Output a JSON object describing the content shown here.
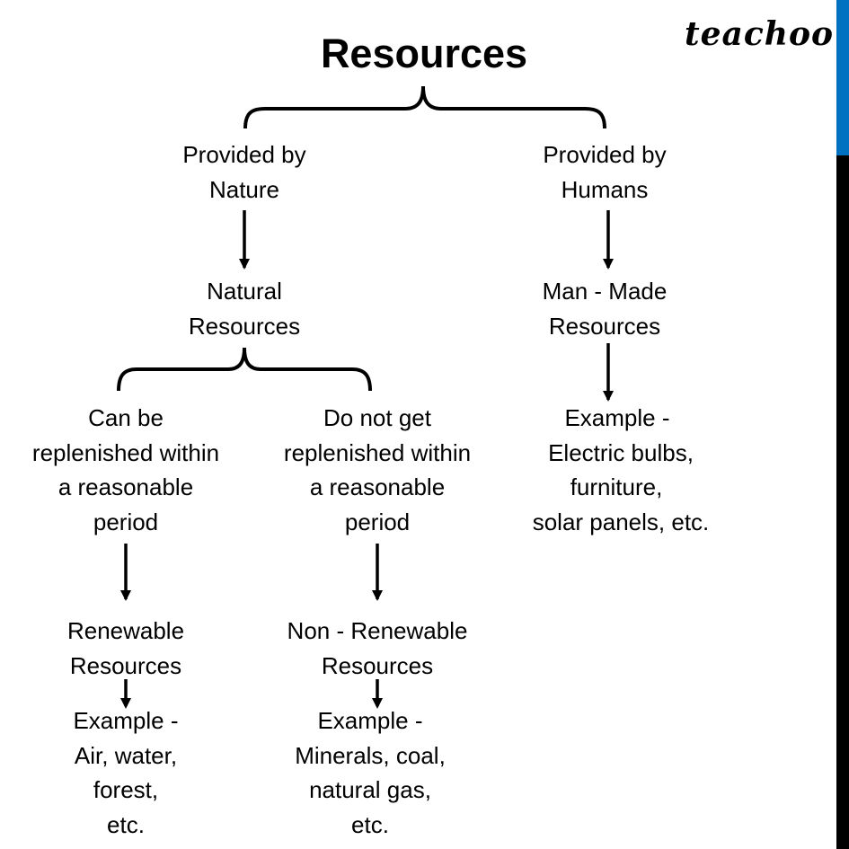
{
  "brand": {
    "logo_text": "teachoo"
  },
  "colors": {
    "sidebar_top": "#0070C0",
    "sidebar_bottom": "#000000",
    "text": "#000000"
  },
  "title": "Resources",
  "nodes": {
    "nature": {
      "lines": [
        "Provided by",
        "Nature"
      ]
    },
    "humans": {
      "lines": [
        "Provided by",
        "Humans"
      ]
    },
    "natural": {
      "lines": [
        "Natural",
        "Resources"
      ]
    },
    "manmade": {
      "lines": [
        "Man - Made",
        "Resources"
      ]
    },
    "manmade_example": {
      "lines": [
        "Example -",
        "Electric bulbs,",
        "furniture,",
        "solar panels, etc."
      ]
    },
    "replenished": {
      "lines": [
        "Can be",
        "replenished within",
        "a reasonable",
        "period"
      ]
    },
    "not_replenished": {
      "lines": [
        "Do not get",
        "replenished within",
        "a reasonable",
        "period"
      ]
    },
    "renewable": {
      "lines": [
        "Renewable",
        "Resources"
      ]
    },
    "non_renewable": {
      "lines": [
        "Non - Renewable",
        "Resources"
      ]
    },
    "renewable_example": {
      "lines": [
        "Example -",
        "Air, water,",
        "forest,",
        "etc."
      ]
    },
    "non_renewable_example": {
      "lines": [
        "Example -",
        "Minerals, coal,",
        "natural gas,",
        "etc."
      ]
    }
  }
}
